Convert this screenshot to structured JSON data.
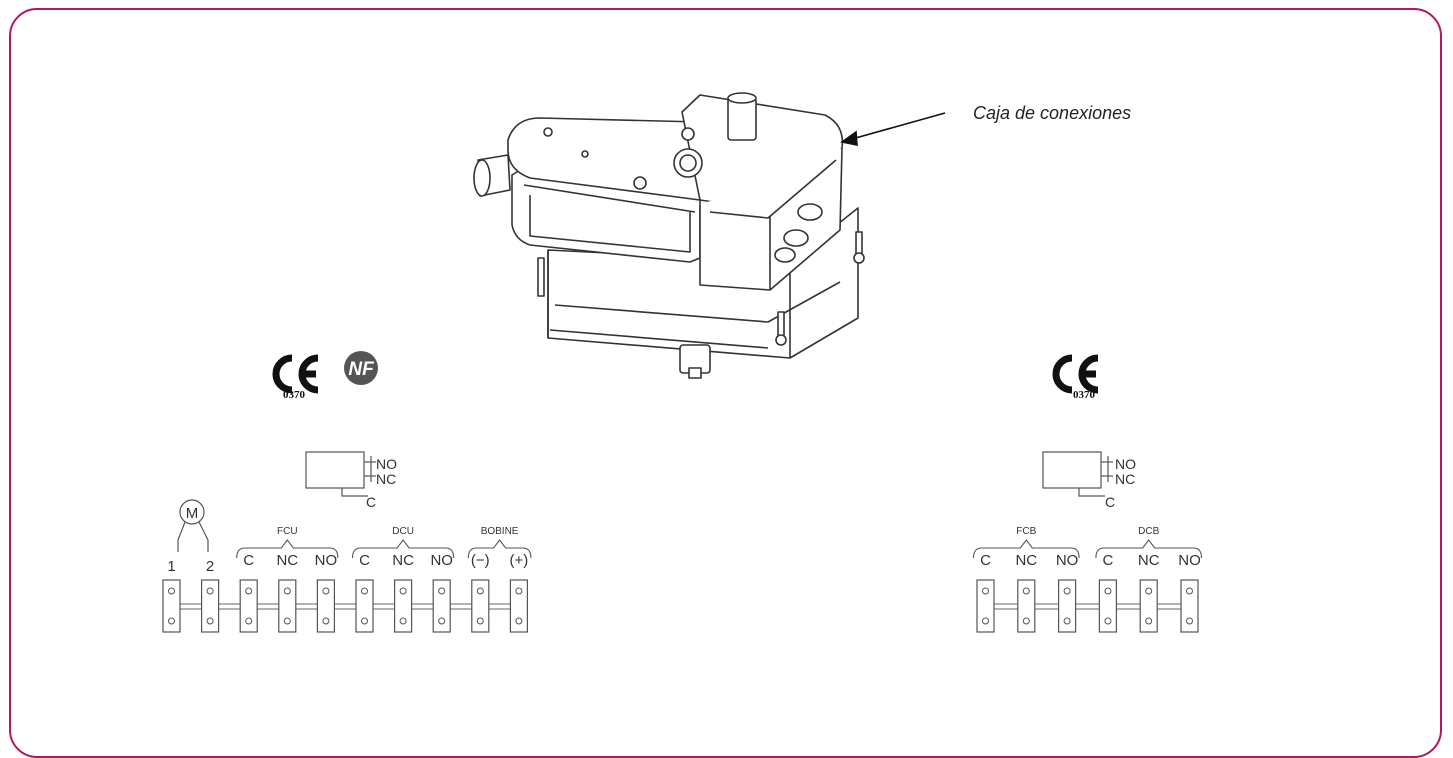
{
  "callout": {
    "text": "Caja de conexiones"
  },
  "colors": {
    "frame": "#b0185f",
    "line": "#555555"
  },
  "left_panel": {
    "ce_number": "0370",
    "nf_text": "NF",
    "switch_labels": [
      "NO",
      "NC",
      "C"
    ],
    "motor_label": "M",
    "motor_terminals": [
      "1",
      "2"
    ],
    "groups": [
      {
        "name": "FCU",
        "terminals": [
          "C",
          "NC",
          "NO"
        ]
      },
      {
        "name": "DCU",
        "terminals": [
          "C",
          "NC",
          "NO"
        ]
      },
      {
        "name": "BOBINE",
        "terminals": [
          "(−)",
          "(+)"
        ]
      }
    ]
  },
  "right_panel": {
    "ce_number": "0370",
    "switch_labels": [
      "NO",
      "NC",
      "C"
    ],
    "groups": [
      {
        "name": "FCB",
        "terminals": [
          "C",
          "NC",
          "NO"
        ]
      },
      {
        "name": "DCB",
        "terminals": [
          "C",
          "NC",
          "NO"
        ]
      }
    ]
  }
}
